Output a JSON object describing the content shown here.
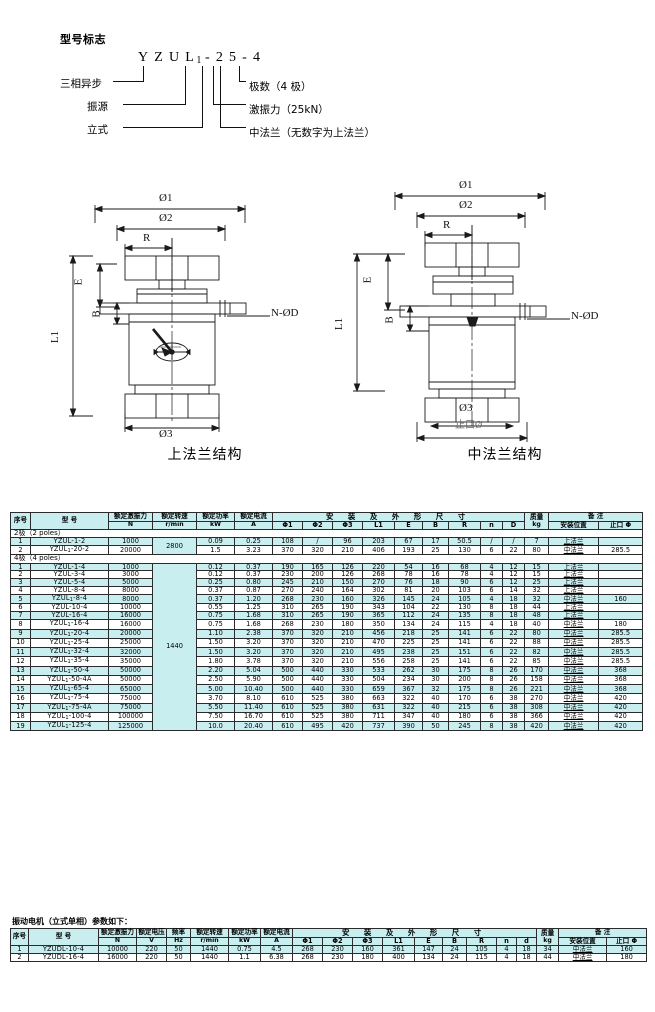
{
  "legend": {
    "title": "型号标志",
    "code": "YZUL1-25-4",
    "code_parts": [
      "Y",
      "Z",
      "U",
      "L",
      "1",
      "-",
      "2",
      "5",
      "-",
      "4"
    ],
    "labels": {
      "three_phase": "三相异步",
      "vibration_source": "振源",
      "vertical": "立式",
      "poles": "极数（4 极）",
      "exciting_force": "激振力（25kN）",
      "middle_flange": "中法兰（无数字为上法兰）"
    }
  },
  "drawings": {
    "left": {
      "caption": "上法兰结构",
      "dims": [
        "Ø1",
        "Ø2",
        "R",
        "E",
        "B",
        "L1",
        "N-ØD",
        "Ø3"
      ]
    },
    "right": {
      "caption": "中法兰结构",
      "dims": [
        "Ø1",
        "Ø2",
        "R",
        "E",
        "B",
        "L1",
        "N-ØD",
        "Ø3",
        "止口Ø"
      ]
    }
  },
  "table1": {
    "headers": {
      "index": "序号",
      "model": "型  号",
      "force": "额定激振力",
      "force_unit": "N",
      "speed": "额定转速",
      "speed_unit": "r/min",
      "power": "额定功率",
      "power_unit": "kW",
      "current": "额定电流",
      "current_unit": "A",
      "dims_group": "安  装  及  外  形  尺  寸",
      "mass": "质量",
      "mass_unit": "kg",
      "note_group": "备    注",
      "note_pos": "安装位置",
      "note_bore": "止口 Φ",
      "dim_cols": [
        "Φ1",
        "Φ2",
        "Φ3",
        "L1",
        "E",
        "B",
        "R",
        "n",
        "D"
      ]
    },
    "sections": [
      {
        "label": "2极（2 poles）",
        "speed_span": "2800",
        "rows": [
          {
            "no": "1",
            "model": "YZUL-1-2",
            "model_sub": "",
            "force": "1000",
            "power": "0.09",
            "current": "0.25",
            "d1": "108",
            "d2": "/",
            "d3": "96",
            "l1": "203",
            "e": "67",
            "b": "17",
            "r": "50.5",
            "n": "/",
            "d": "/",
            "mass": "7",
            "pos": "上法兰",
            "bore": ""
          },
          {
            "no": "2",
            "model": "YZUL-20-2",
            "model_sub": "1",
            "force": "20000",
            "power": "1.5",
            "current": "3.23",
            "d1": "370",
            "d2": "320",
            "d3": "210",
            "l1": "406",
            "e": "193",
            "b": "25",
            "r": "130",
            "n": "6",
            "d": "22",
            "mass": "80",
            "pos": "中法兰",
            "bore": "285.5"
          }
        ]
      },
      {
        "label": "4极（4 poles）",
        "speed_span": "1440",
        "rows": [
          {
            "no": "1",
            "model": "YZUL-1-4",
            "model_sub": "",
            "force": "1000",
            "power": "0.12",
            "current": "0.37",
            "d1": "190",
            "d2": "165",
            "d3": "126",
            "l1": "220",
            "e": "54",
            "b": "16",
            "r": "68",
            "n": "4",
            "d": "12",
            "mass": "15",
            "pos": "上法兰",
            "bore": ""
          },
          {
            "no": "2",
            "model": "YZUL-3-4",
            "model_sub": "",
            "force": "3000",
            "power": "0.12",
            "current": "0.37",
            "d1": "230",
            "d2": "200",
            "d3": "126",
            "l1": "268",
            "e": "78",
            "b": "16",
            "r": "78",
            "n": "4",
            "d": "12",
            "mass": "15",
            "pos": "上法兰",
            "bore": ""
          },
          {
            "no": "3",
            "model": "YZUL-5-4",
            "model_sub": "",
            "force": "5000",
            "power": "0.25",
            "current": "0.80",
            "d1": "245",
            "d2": "210",
            "d3": "150",
            "l1": "270",
            "e": "76",
            "b": "18",
            "r": "90",
            "n": "6",
            "d": "12",
            "mass": "25",
            "pos": "上法兰",
            "bore": ""
          },
          {
            "no": "4",
            "model": "YZUL-8-4",
            "model_sub": "",
            "force": "8000",
            "power": "0.37",
            "current": "0.87",
            "d1": "270",
            "d2": "240",
            "d3": "164",
            "l1": "302",
            "e": "81",
            "b": "20",
            "r": "103",
            "n": "6",
            "d": "14",
            "mass": "32",
            "pos": "上法兰",
            "bore": ""
          },
          {
            "no": "5",
            "model": "YZUL-8-4",
            "model_sub": "1",
            "force": "8000",
            "power": "0.37",
            "current": "1.20",
            "d1": "268",
            "d2": "230",
            "d3": "160",
            "l1": "326",
            "e": "145",
            "b": "24",
            "r": "105",
            "n": "4",
            "d": "18",
            "mass": "32",
            "pos": "中法兰",
            "bore": "160"
          },
          {
            "no": "6",
            "model": "YZUL-10-4",
            "model_sub": "",
            "force": "10000",
            "power": "0.55",
            "current": "1.25",
            "d1": "310",
            "d2": "265",
            "d3": "190",
            "l1": "343",
            "e": "104",
            "b": "22",
            "r": "130",
            "n": "8",
            "d": "18",
            "mass": "44",
            "pos": "上法兰",
            "bore": ""
          },
          {
            "no": "7",
            "model": "YZUL-16-4",
            "model_sub": "",
            "force": "16000",
            "power": "0.75",
            "current": "1.68",
            "d1": "310",
            "d2": "265",
            "d3": "190",
            "l1": "365",
            "e": "112",
            "b": "24",
            "r": "135",
            "n": "8",
            "d": "18",
            "mass": "48",
            "pos": "上法兰",
            "bore": ""
          },
          {
            "no": "8",
            "model": "YZUL-16-4",
            "model_sub": "1",
            "force": "16000",
            "power": "0.75",
            "current": "1.68",
            "d1": "268",
            "d2": "230",
            "d3": "180",
            "l1": "350",
            "e": "134",
            "b": "24",
            "r": "115",
            "n": "4",
            "d": "18",
            "mass": "40",
            "pos": "中法兰",
            "bore": "180"
          },
          {
            "no": "9",
            "model": "YZUL-20-4",
            "model_sub": "1",
            "force": "20000",
            "power": "1.10",
            "current": "2.38",
            "d1": "370",
            "d2": "320",
            "d3": "210",
            "l1": "456",
            "e": "218",
            "b": "25",
            "r": "141",
            "n": "6",
            "d": "22",
            "mass": "80",
            "pos": "中法兰",
            "bore": "285.5"
          },
          {
            "no": "10",
            "model": "YZUL-25-4",
            "model_sub": "1",
            "force": "25000",
            "power": "1.50",
            "current": "3.20",
            "d1": "370",
            "d2": "320",
            "d3": "210",
            "l1": "470",
            "e": "225",
            "b": "25",
            "r": "141",
            "n": "6",
            "d": "22",
            "mass": "88",
            "pos": "中法兰",
            "bore": "285.5"
          },
          {
            "no": "11",
            "model": "YZUL-32-4",
            "model_sub": "1",
            "force": "32000",
            "power": "1.50",
            "current": "3.20",
            "d1": "370",
            "d2": "320",
            "d3": "210",
            "l1": "495",
            "e": "238",
            "b": "25",
            "r": "151",
            "n": "6",
            "d": "22",
            "mass": "82",
            "pos": "中法兰",
            "bore": "285.5"
          },
          {
            "no": "12",
            "model": "YZUL-35-4",
            "model_sub": "1",
            "force": "35000",
            "power": "1.80",
            "current": "3.78",
            "d1": "370",
            "d2": "320",
            "d3": "210",
            "l1": "556",
            "e": "258",
            "b": "25",
            "r": "141",
            "n": "6",
            "d": "22",
            "mass": "85",
            "pos": "中法兰",
            "bore": "285.5"
          },
          {
            "no": "13",
            "model": "YZUL-50-4",
            "model_sub": "1",
            "force": "50000",
            "power": "2.20",
            "current": "5.04",
            "d1": "500",
            "d2": "440",
            "d3": "330",
            "l1": "533",
            "e": "262",
            "b": "30",
            "r": "175",
            "n": "8",
            "d": "26",
            "mass": "170",
            "pos": "中法兰",
            "bore": "368"
          },
          {
            "no": "14",
            "model": "YZUL-50-4A",
            "model_sub": "1",
            "force": "50000",
            "power": "2.50",
            "current": "5.90",
            "d1": "500",
            "d2": "440",
            "d3": "330",
            "l1": "504",
            "e": "234",
            "b": "30",
            "r": "200",
            "n": "8",
            "d": "26",
            "mass": "158",
            "pos": "中法兰",
            "bore": "368"
          },
          {
            "no": "15",
            "model": "YZUL-65-4",
            "model_sub": "1",
            "force": "65000",
            "power": "5.00",
            "current": "10.40",
            "d1": "500",
            "d2": "440",
            "d3": "330",
            "l1": "659",
            "e": "367",
            "b": "32",
            "r": "175",
            "n": "8",
            "d": "26",
            "mass": "221",
            "pos": "中法兰",
            "bore": "368"
          },
          {
            "no": "16",
            "model": "YZUL-75-4",
            "model_sub": "1",
            "force": "75000",
            "power": "3.70",
            "current": "8.10",
            "d1": "610",
            "d2": "525",
            "d3": "380",
            "l1": "663",
            "e": "322",
            "b": "40",
            "r": "170",
            "n": "6",
            "d": "38",
            "mass": "270",
            "pos": "中法兰",
            "bore": "420"
          },
          {
            "no": "17",
            "model": "YZUL-75-4A",
            "model_sub": "1",
            "force": "75000",
            "power": "5.50",
            "current": "11.40",
            "d1": "610",
            "d2": "525",
            "d3": "380",
            "l1": "631",
            "e": "322",
            "b": "40",
            "r": "215",
            "n": "6",
            "d": "38",
            "mass": "308",
            "pos": "中法兰",
            "bore": "420"
          },
          {
            "no": "18",
            "model": "YZUL-100-4",
            "model_sub": "1",
            "force": "100000",
            "power": "7.50",
            "current": "16.70",
            "d1": "610",
            "d2": "525",
            "d3": "380",
            "l1": "711",
            "e": "347",
            "b": "40",
            "r": "180",
            "n": "6",
            "d": "38",
            "mass": "366",
            "pos": "中法兰",
            "bore": "420"
          },
          {
            "no": "19",
            "model": "YZUL-125-4",
            "model_sub": "1",
            "force": "125000",
            "power": "10.0",
            "current": "20.40",
            "d1": "610",
            "d2": "495",
            "d3": "420",
            "l1": "737",
            "e": "390",
            "b": "50",
            "r": "245",
            "n": "8",
            "d": "38",
            "mass": "420",
            "pos": "中法兰",
            "bore": "420"
          }
        ]
      }
    ]
  },
  "table2": {
    "caption": "振动电机（立式单相）参数如下：",
    "headers": {
      "index": "序号",
      "model": "型  号",
      "force": "额定激振力",
      "force_unit": "N",
      "voltage": "额定电压",
      "voltage_unit": "V",
      "freq": "频率",
      "freq_unit": "Hz",
      "speed": "额定转速",
      "speed_unit": "r/min",
      "power": "额定功率",
      "power_unit": "kW",
      "current": "额定电流",
      "current_unit": "A",
      "dims_group": "安  装  及  外  形  尺  寸",
      "mass": "质量",
      "mass_unit": "kg",
      "note_group": "备    注",
      "note_pos": "安装位置",
      "note_bore": "止口 Φ",
      "dim_cols": [
        "Φ1",
        "Φ2",
        "Φ3",
        "L1",
        "E",
        "B",
        "R",
        "n",
        "d"
      ]
    },
    "rows": [
      {
        "no": "1",
        "model": "YZUDL-10-4",
        "force": "10000",
        "voltage": "220",
        "freq": "50",
        "speed": "1440",
        "power": "0.75",
        "current": "4.5",
        "d1": "268",
        "d2": "230",
        "d3": "160",
        "l1": "361",
        "e": "147",
        "b": "24",
        "r": "105",
        "n": "4",
        "d": "18",
        "mass": "34",
        "pos": "中法兰",
        "bore": "160"
      },
      {
        "no": "2",
        "model": "YZUDL-16-4",
        "force": "16000",
        "voltage": "220",
        "freq": "50",
        "speed": "1440",
        "power": "1.1",
        "current": "6.38",
        "d1": "268",
        "d2": "230",
        "d3": "180",
        "l1": "400",
        "e": "134",
        "b": "24",
        "r": "115",
        "n": "4",
        "d": "18",
        "mass": "44",
        "pos": "中法兰",
        "bore": "180"
      }
    ]
  }
}
